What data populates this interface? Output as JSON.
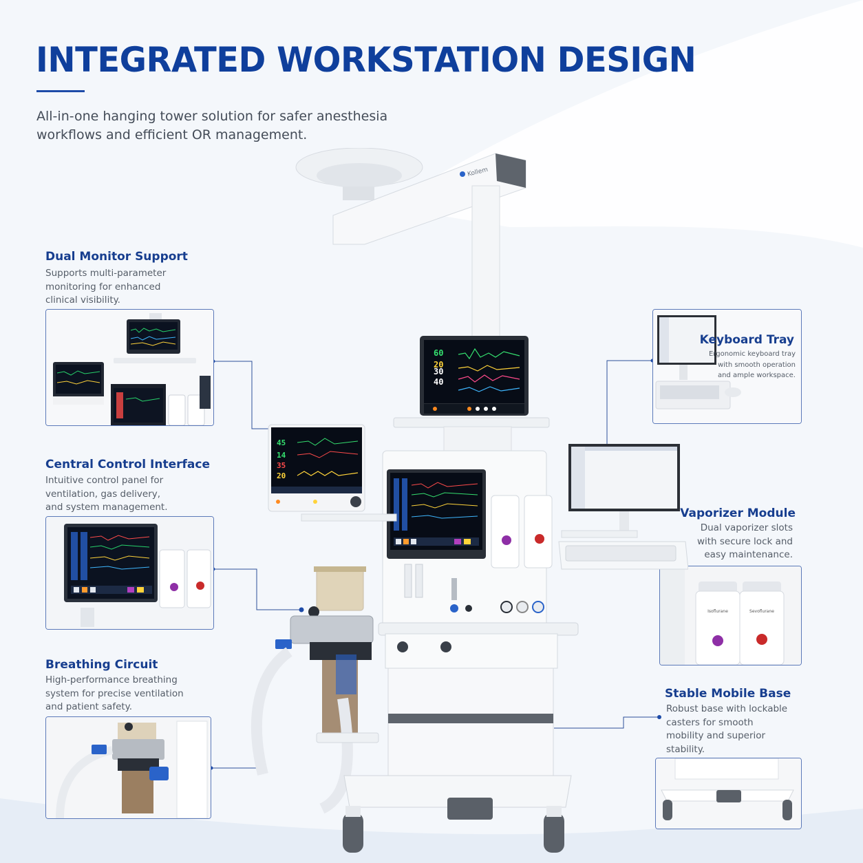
{
  "header": {
    "title": "INTEGRATED WORKSTATION DESIGN",
    "subtitle_line1": "All-in-one hanging tower solution for safer anesthesia",
    "subtitle_line2": "workflows and efficient OR management."
  },
  "brand": {
    "logo_text": "Kollem"
  },
  "features": {
    "dual_monitor": {
      "title": "Dual Monitor Support",
      "desc": [
        "Supports multi-parameter",
        "monitoring for enhanced",
        "clinical visibility."
      ]
    },
    "central_control": {
      "title": "Central Control Interface",
      "desc": [
        "Intuitive control panel for",
        "ventilation, gas delivery,",
        "and system management."
      ]
    },
    "breathing_circuit": {
      "title": "Breathing Circuit",
      "desc": [
        "High-performance breathing",
        "system for precise ventilation",
        "and patient safety."
      ]
    },
    "keyboard_tray": {
      "title": "Keyboard Tray",
      "desc": [
        "Ergonomic keyboard tray",
        "with smooth operation",
        "and ample workspace."
      ]
    },
    "vaporizer": {
      "title": "Vaporizer Module",
      "desc": [
        "Dual vaporizer slots",
        "with secure lock and",
        "easy maintenance."
      ],
      "labels": [
        "Isoflurane",
        "Sevoflurane"
      ]
    },
    "mobile_base": {
      "title": "Stable Mobile Base",
      "desc": [
        "Robust base with lockable",
        "casters for smooth",
        "mobility and superior",
        "stability."
      ]
    }
  },
  "monitor_readings": {
    "top": [
      "60",
      "20",
      "30",
      "40"
    ],
    "side": [
      "45",
      "14",
      "35",
      "20"
    ]
  },
  "colors": {
    "title_blue": "#0f3f9c",
    "accent_blue": "#173e8f",
    "card_border": "#5b79b9",
    "background": "#f4f7fb"
  },
  "icons": [
    "connector-dot-icon"
  ]
}
